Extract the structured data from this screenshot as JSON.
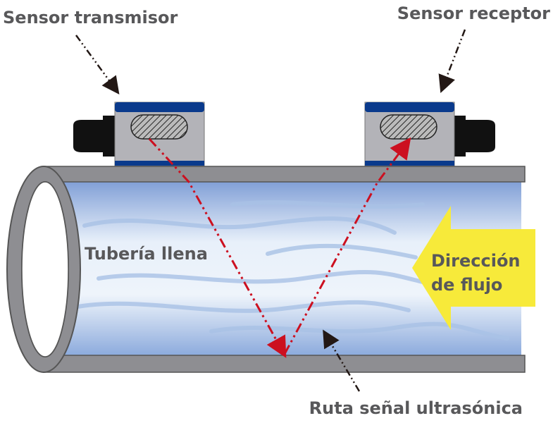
{
  "labels": {
    "transmitter": "Sensor transmisor",
    "receiver": "Sensor receptor",
    "pipe": "Tubería llena",
    "flow_line1": "Dirección",
    "flow_line2": "de flujo",
    "signal_path": "Ruta señal ultrasónica"
  },
  "colors": {
    "signal": "#cc1020",
    "sensor_band": "#0a3a8c",
    "sensor_body": "#b3b3b8",
    "pipe_wall": "#8e8e92",
    "flow_arrow": "#f7ea3a",
    "label_text": "#58585a"
  }
}
